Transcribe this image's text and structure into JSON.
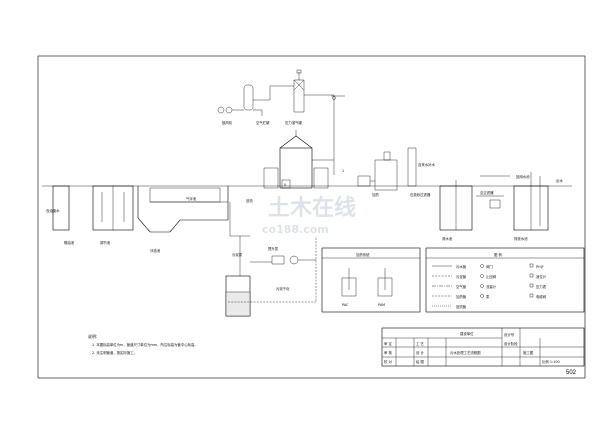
{
  "labels": {
    "top_equipment_1": "鼓风机",
    "top_equipment_2": "空气贮罐",
    "top_equipment_3": "压力溶气罐",
    "small_box_label": "加药",
    "filter_tank": "石英砂过滤器",
    "clean_tank": "清水池",
    "chem_supply": "自来水补水",
    "sludge_label": "排泥",
    "inflow_label": "含油废水",
    "grit": "隔油池",
    "adjust": "调节池",
    "flot": "气浮池",
    "pump": "提升泵",
    "scum": "浮渣池",
    "sludge_pump": "污泥泵",
    "drying": "污泥干化",
    "right_tank": "排放水池",
    "right_label_1": "回用水池",
    "right_label_2": "出水",
    "recycle": "回流",
    "to_filter": "至过滤器"
  },
  "detail_box": {
    "title": "加药系统",
    "left_tag": "PAC",
    "right_tag": "PAM"
  },
  "legend": {
    "title": "图    例",
    "items": [
      {
        "line": "污水管",
        "sym1": "阀门",
        "sym2": "PH计"
      },
      {
        "line": "污泥管",
        "sym1": "止回阀",
        "sym2": "液位计"
      },
      {
        "line": "空气管",
        "sym1": "流量计",
        "sym2": "压力表"
      },
      {
        "line": "加药管",
        "sym1": "泵",
        "sym2": "电磁阀"
      },
      {
        "line": "回流管",
        "sym1": "",
        "sym2": ""
      }
    ]
  },
  "notes": {
    "heading": "说明:",
    "line1": "1. 本图标高单位为m，管道尺寸单位为mm，所注标高为管中心标高。",
    "line2": "2. 未注明管道，按实际施工。"
  },
  "title_block": {
    "top": "建设单位",
    "r1": [
      "审 定",
      "",
      "工 艺",
      ""
    ],
    "r2": [
      "审 核",
      "",
      "设 计",
      ""
    ],
    "r3": [
      "校 对",
      "",
      "绘 图",
      ""
    ],
    "mid_label": "污水处理工艺流程图",
    "right_col": [
      "设计号",
      "设计阶段",
      "施工图"
    ],
    "scale": "比例  1:100",
    "sheet": "502"
  },
  "watermark": {
    "cn": "土木在线",
    "en": "co188.com"
  }
}
